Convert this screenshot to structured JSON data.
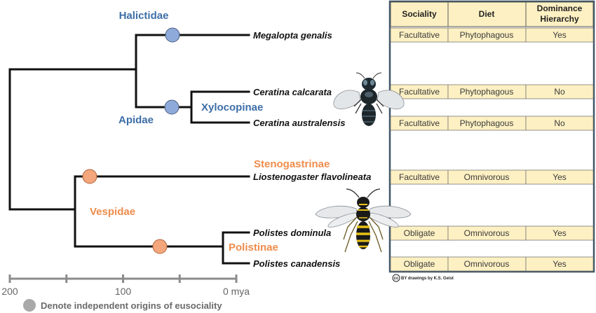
{
  "colors": {
    "apidae_blue": "#3d6ea7",
    "node_blue": "#8eaadb",
    "vespidae_orange": "#ee8c4c",
    "node_orange": "#f4a77c",
    "table_border": "#3f5566",
    "table_cell": "#fdf0c2",
    "axis_gray": "#8c8c8c",
    "legend_gray": "#a9a9a9"
  },
  "clades": {
    "halictidae": "Halictidae",
    "apidae": "Apidae",
    "xylocopinae": "Xylocopinae",
    "stenogastrinae": "Stenogastrinae",
    "vespidae": "Vespidae",
    "polistinae": "Polistinae"
  },
  "species": [
    {
      "name": "Megalopta genalis",
      "sociality": "Facultative",
      "diet": "Phytophagous",
      "dominance": "Yes"
    },
    {
      "name": "Ceratina calcarata",
      "sociality": "Facultative",
      "diet": "Phytophagous",
      "dominance": "No"
    },
    {
      "name": "Ceratina australensis",
      "sociality": "Facultative",
      "diet": "Phytophagous",
      "dominance": "No"
    },
    {
      "name": "Liostenogaster flavolineata",
      "sociality": "Facultative",
      "diet": "Omnivorous",
      "dominance": "Yes"
    },
    {
      "name": "Polistes dominula",
      "sociality": "Obligate",
      "diet": "Omnivorous",
      "dominance": "Yes"
    },
    {
      "name": "Polistes canadensis",
      "sociality": "Obligate",
      "diet": "Omnivorous",
      "dominance": "Yes"
    }
  ],
  "table": {
    "col_sociality": "Sociality",
    "col_diet": "Diet",
    "col_dominance_line1": "Dominance",
    "col_dominance_line2": "Hierarchy"
  },
  "axis": {
    "ticks": [
      {
        "value": 200,
        "label": "200"
      },
      {
        "value": 150,
        "label": ""
      },
      {
        "value": 100,
        "label": "100"
      },
      {
        "value": 50,
        "label": ""
      },
      {
        "value": 0,
        "label": "0 mya"
      }
    ]
  },
  "legend": {
    "text": "Denote independent origins of eusociality"
  },
  "credit": {
    "cc_mark": "cc",
    "text": "BY drawings by K.S. Geist"
  },
  "icons": [
    "bee-drawing-icon",
    "wasp-drawing-icon",
    "eusociality-origin-node-icon",
    "creative-commons-icon"
  ]
}
